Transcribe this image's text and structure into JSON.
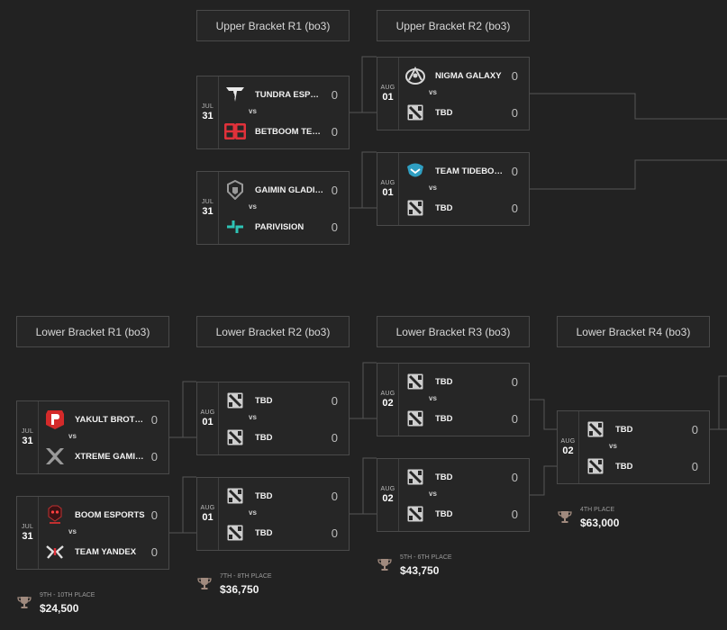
{
  "headers": {
    "upper_r1": "Upper Bracket R1 (bo3)",
    "upper_r2": "Upper Bracket R2 (bo3)",
    "lower_r1": "Lower Bracket R1 (bo3)",
    "lower_r2": "Lower Bracket R2 (bo3)",
    "lower_r3": "Lower Bracket R3 (bo3)",
    "lower_r4": "Lower Bracket R4 (bo3)"
  },
  "vs_label": "vs",
  "matches": {
    "ub1a": {
      "month": "JUL",
      "day": "31",
      "team1": {
        "name": "TUNDRA ESPORTS",
        "score": "0",
        "logo": "tundra-logo"
      },
      "team2": {
        "name": "BETBOOM TEAM",
        "score": "0",
        "logo": "betboom-logo"
      }
    },
    "ub1b": {
      "month": "JUL",
      "day": "31",
      "team1": {
        "name": "GAIMIN GLADIATORS",
        "score": "0",
        "logo": "gaimin-logo"
      },
      "team2": {
        "name": "PARIVISION",
        "score": "0",
        "logo": "parivision-logo"
      }
    },
    "ub2a": {
      "month": "AUG",
      "day": "01",
      "team1": {
        "name": "NIGMA GALAXY",
        "score": "0",
        "logo": "nigma-logo"
      },
      "team2": {
        "name": "TBD",
        "score": "0",
        "logo": "dota-logo"
      }
    },
    "ub2b": {
      "month": "AUG",
      "day": "01",
      "team1": {
        "name": "TEAM TIDEBOUND",
        "score": "0",
        "logo": "tidebound-logo"
      },
      "team2": {
        "name": "TBD",
        "score": "0",
        "logo": "dota-logo"
      }
    },
    "lb1a": {
      "month": "JUL",
      "day": "31",
      "team1": {
        "name": "YAKULT BROTHERS",
        "score": "0",
        "logo": "yakult-logo"
      },
      "team2": {
        "name": "XTREME GAMING",
        "score": "0",
        "logo": "xtreme-logo"
      }
    },
    "lb1b": {
      "month": "JUL",
      "day": "31",
      "team1": {
        "name": "BOOM ESPORTS",
        "score": "0",
        "logo": "boom-logo"
      },
      "team2": {
        "name": "TEAM YANDEX",
        "score": "0",
        "logo": "yandex-logo"
      }
    },
    "lb2a": {
      "month": "AUG",
      "day": "01",
      "team1": {
        "name": "TBD",
        "score": "0",
        "logo": "dota-logo"
      },
      "team2": {
        "name": "TBD",
        "score": "0",
        "logo": "dota-logo"
      }
    },
    "lb2b": {
      "month": "AUG",
      "day": "01",
      "team1": {
        "name": "TBD",
        "score": "0",
        "logo": "dota-logo"
      },
      "team2": {
        "name": "TBD",
        "score": "0",
        "logo": "dota-logo"
      }
    },
    "lb3a": {
      "month": "AUG",
      "day": "02",
      "team1": {
        "name": "TBD",
        "score": "0",
        "logo": "dota-logo"
      },
      "team2": {
        "name": "TBD",
        "score": "0",
        "logo": "dota-logo"
      }
    },
    "lb3b": {
      "month": "AUG",
      "day": "02",
      "team1": {
        "name": "TBD",
        "score": "0",
        "logo": "dota-logo"
      },
      "team2": {
        "name": "TBD",
        "score": "0",
        "logo": "dota-logo"
      }
    },
    "lb4": {
      "month": "AUG",
      "day": "02",
      "team1": {
        "name": "TBD",
        "score": "0",
        "logo": "dota-logo"
      },
      "team2": {
        "name": "TBD",
        "score": "0",
        "logo": "dota-logo"
      }
    }
  },
  "prizes": {
    "p9": {
      "place": "9TH - 10TH PLACE",
      "amount": "$24,500",
      "icon": "trophy-icon"
    },
    "p7": {
      "place": "7TH - 8TH PLACE",
      "amount": "$36,750",
      "icon": "trophy-icon"
    },
    "p5": {
      "place": "5TH - 6TH PLACE",
      "amount": "$43,750",
      "icon": "trophy-icon"
    },
    "p4": {
      "place": "4TH PLACE",
      "amount": "$63,000",
      "icon": "trophy-icon"
    }
  },
  "colors": {
    "background": "#222222",
    "border": "#4a4a4a",
    "connector": "#555555",
    "betboom_red": "#e0313a",
    "parivision_teal": "#2ec4b6",
    "yakult_red": "#d42a2a",
    "trophy": "#a08a7e"
  }
}
